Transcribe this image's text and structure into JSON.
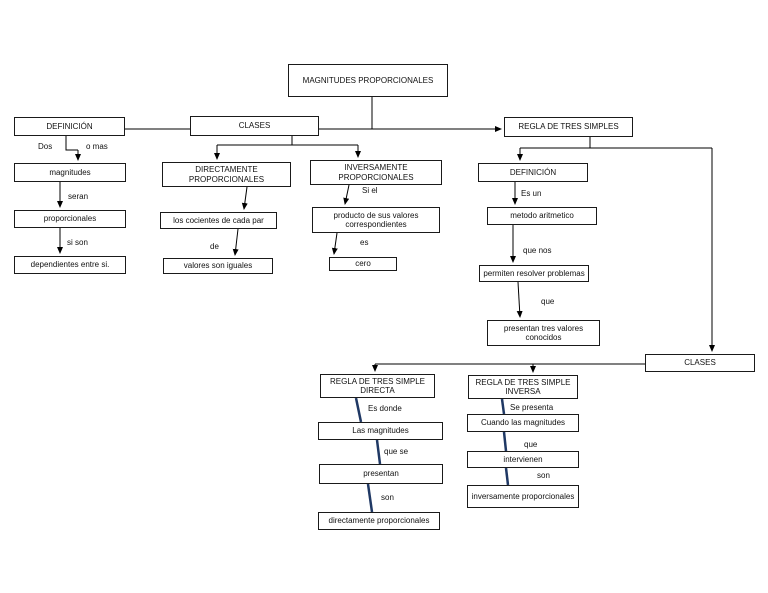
{
  "diagram": {
    "title_hint": "Concept map about proportional magnitudes",
    "colors": {
      "background": "#ffffff",
      "box_fill": "#ffffff",
      "box_border": "#000000",
      "connector": "#000000",
      "accent_connector": "#1f3864",
      "text": "#000000"
    },
    "root": {
      "label": "MAGNITUDES PROPORCIONALES"
    },
    "definition_branch": {
      "title": "DEFINICIÓN",
      "edge_dos": "Dos",
      "edge_o_mas": "o mas",
      "node_magnitudes": "magnitudes",
      "edge_seran": "seran",
      "node_proporcionales": "proporcionales",
      "edge_si_son": "si son",
      "node_dependientes": "dependientes entre si."
    },
    "classes_branch": {
      "title": "CLASES",
      "direct": {
        "title": "DIRECTAMENTE PROPORCIONALES",
        "node_cocientes": "los cocientes de cada par",
        "edge_de": "de",
        "node_valores": "valores son iguales"
      },
      "inverse": {
        "title": "INVERSAMENTE PROPORCIONALES",
        "edge_si_el": "Si el",
        "node_producto": "producto de sus valores correspondientes",
        "edge_es": "es",
        "node_cero": "cero"
      }
    },
    "rule_branch": {
      "title": "REGLA DE TRES SIMPLES",
      "definition": {
        "title": "DEFINICIÓN",
        "edge_es_un": "Es un",
        "node_metodo": "metodo aritmetico",
        "edge_que_nos": "que nos",
        "node_permiten": "permiten resolver problemas",
        "edge_que": "que",
        "node_presentan": "presentan tres valores conocidos"
      },
      "classes": {
        "title": "CLASES",
        "direct": {
          "title": "REGLA DE TRES SIMPLE DIRECTA",
          "edge_es_donde": "Es donde",
          "node_magnitudes": "Las magnitudes",
          "edge_que_se": "que se",
          "node_presentan": "presentan",
          "edge_son": "son",
          "node_directamente": "directamente proporcionales"
        },
        "inverse": {
          "title": "REGLA DE TRES SIMPLE INVERSA",
          "edge_se_presenta": "Se presenta",
          "node_cuando": "Cuando las magnitudes",
          "edge_que": "que",
          "node_intervienen": "intervienen",
          "edge_son": "son",
          "node_inversamente": "inversamente proporcionales"
        }
      }
    }
  }
}
